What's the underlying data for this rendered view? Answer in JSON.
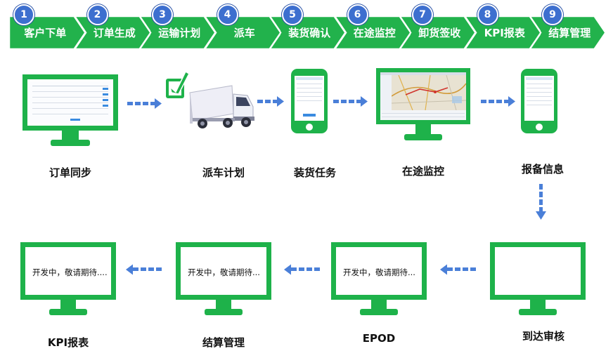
{
  "steps": [
    {
      "num": "1",
      "label": "客户下单"
    },
    {
      "num": "2",
      "label": "订单生成"
    },
    {
      "num": "3",
      "label": "运输计划"
    },
    {
      "num": "4",
      "label": "派车"
    },
    {
      "num": "5",
      "label": "装货确认"
    },
    {
      "num": "6",
      "label": "在途监控"
    },
    {
      "num": "7",
      "label": "卸货签收"
    },
    {
      "num": "8",
      "label": "KPI报表"
    },
    {
      "num": "9",
      "label": "结算管理"
    }
  ],
  "flow": {
    "order_sync": "订单同步",
    "dispatch_plan": "派车计划",
    "loading_task": "装货任务",
    "in_transit": "在途监控",
    "report_info": "报备信息",
    "arrival_review": "到达审核",
    "epod": "EPOD",
    "settlement": "结算管理",
    "kpi_report": "KPI报表"
  },
  "dev_message": "开发中，敬请期待....",
  "dev_message_short": "开发中，敬请期待...",
  "colors": {
    "green": "#1eb24a",
    "step_green": "#22b24c",
    "badge_blue": "#3d6fcf",
    "arrow_blue": "#4a7fd8"
  }
}
